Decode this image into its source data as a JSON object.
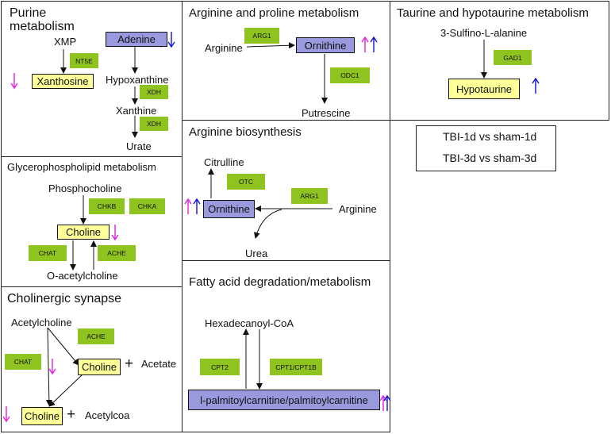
{
  "colors": {
    "enzyme": "#8fc31f",
    "metabolite": "#ffff99",
    "highlight": "#9999dd",
    "tbi1d": "#e020e0",
    "tbi3d": "#1010d0"
  },
  "purine": {
    "title1": "Purine",
    "title2": "metabolism",
    "xmp": "XMP",
    "nt5e": "NT5E",
    "xanthosine": "Xanthosine",
    "adenine": "Adenine",
    "hypoxanthine": "Hypoxanthine",
    "xdh1": "XDH",
    "xanthine": "Xanthine",
    "xdh2": "XDH",
    "urate": "Urate"
  },
  "arginine_proline": {
    "title": "Arginine and proline metabolism",
    "arg1": "ARG1",
    "arginine": "Arginine",
    "ornithine": "Ornithine",
    "odc1": "ODC1",
    "putrescine": "Putrescine"
  },
  "taurine": {
    "title": "Taurine and hypotaurine metabolism",
    "sulfino": "3-Sulfino-L-alanine",
    "gad1": "GAD1",
    "hypotaurine": "Hypotaurine"
  },
  "legend": {
    "item1": "TBI-1d vs sham-1d",
    "item2": "TBI-3d vs sham-3d"
  },
  "glycero": {
    "title": "Glycerophospholipid metabolism",
    "phosphocholine": "Phosphocholine",
    "chkb": "CHKB",
    "chka": "CHKA",
    "choline": "Choline",
    "chat": "CHAT",
    "ache": "ACHE",
    "oacetyl": "O-acetylcholine"
  },
  "arg_bio": {
    "title": "Arginine biosynthesis",
    "citrulline": "Citrulline",
    "otc": "OTC",
    "arg1": "ARG1",
    "ornithine": "Ornithine",
    "arginine": "Arginine",
    "urea": "Urea"
  },
  "cholinergic": {
    "title": "Cholinergic synapse",
    "acetylcholine": "Acetylcholine",
    "ache": "ACHE",
    "chat": "CHAT",
    "choline1": "Choline",
    "plus1": "+",
    "acetate": "Acetate",
    "choline2": "Choline",
    "plus2": "+",
    "acetylcoa": "Acetylcoa"
  },
  "fatty": {
    "title": "Fatty acid degradation/metabolism",
    "hexadecanoyl": "Hexadecanoyl-CoA",
    "cpt2": "CPT2",
    "cpt1": "CPT1/CPT1B",
    "palmitoyl": "l-palmitoylcarnitine/palmitoylcarnitine"
  }
}
